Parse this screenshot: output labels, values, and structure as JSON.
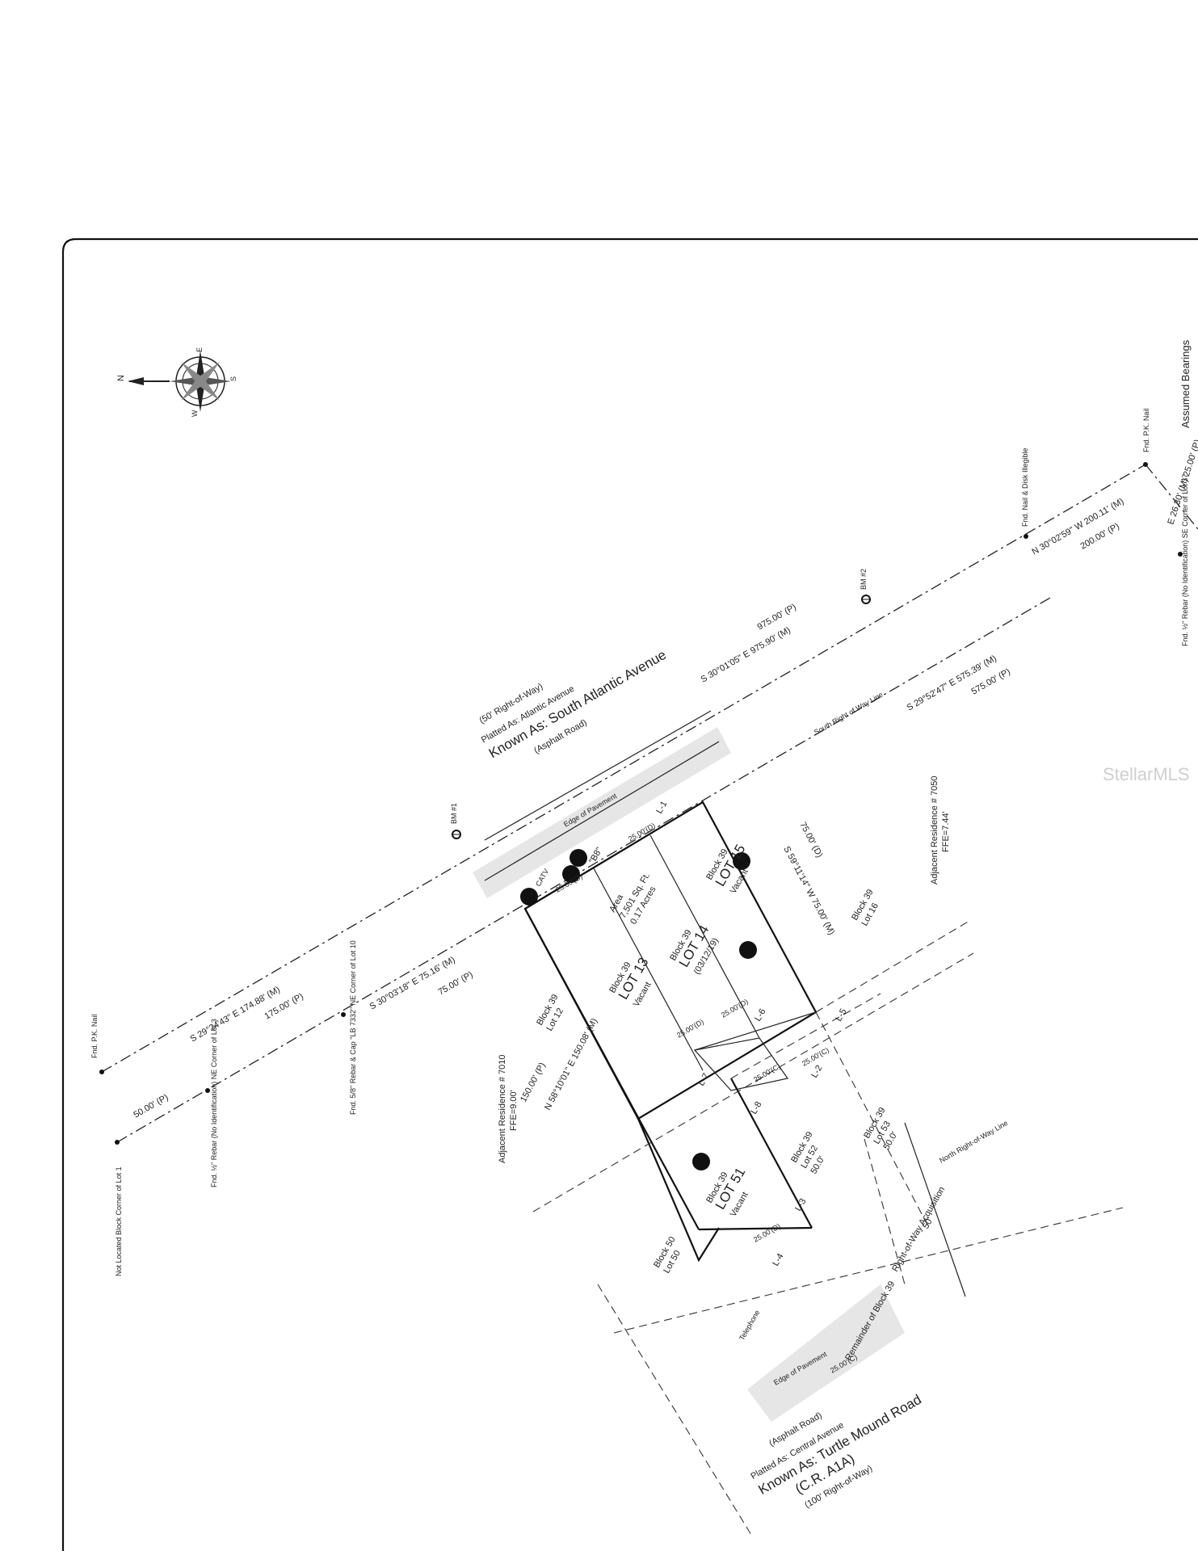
{
  "watermark": "StellarMLS",
  "bearings_note": "Assumed Bearings",
  "north_arrow": {
    "n": "N",
    "s": "S",
    "e": "E",
    "w": "W",
    "icon": "compass-rose-icon"
  },
  "top_road": {
    "row": "(50' Right-of-Way)",
    "platted": "Platted As: Atlantic Avenue",
    "known": "Known As: South Atlantic Avenue",
    "surface": "(Asphalt Road)",
    "edge": "Edge of Pavement"
  },
  "bottom_road": {
    "surface": "(Asphalt Road)",
    "platted": "Platted As: Central Avenue",
    "known": "Known As: Turtle Mound Road",
    "cr": "(C.R. A1A)",
    "row": "(100' Right-of-Way)",
    "edge": "Edge of Pavement"
  },
  "bearings": {
    "north_main_p": "975.00' (P)",
    "north_main_m": "S 30°01'05\" E 975.90' (M)",
    "sw_m": "S 29°52'47\" E 575.39' (M)",
    "sw_p": "575.00' (P)",
    "sw_line": "South Right of Way Line",
    "top_right_m": "N 30°02'59\" W 200.11' (M)",
    "top_right_p": "200.00' (P)",
    "right_edge": "E 26.30' (M) 25.00' (P)",
    "left_a_m": "S 29°24'43\" E 174.88' (M)",
    "left_a_p": "175.00' (P)",
    "left_b_m": "S 30°03'18\" E 75.16' (M)",
    "left_b_p": "75.00' (P)",
    "left_c": "50.00' (P)",
    "lot_side_p": "150.00' (P)",
    "lot_side_m": "N 58°10'01\" E 150.08' (M)",
    "rear_d": "75.00' (D)",
    "rear_m": "S 59°11'14\" W 75.00' (M)",
    "north_row": "North Right-of-Way Line",
    "acq_dim": "50'",
    "acq": "Right-of-Way Acquisition",
    "dist_d": "25.00'(D)",
    "dist_c": "25.00'(C)"
  },
  "monuments": {
    "top_left_pk": "Fnd. P.K. Nail",
    "top_right_pk": "Fnd. P.K. Nail",
    "nail_disk": "Fnd. Nail & Disk Illegible",
    "rebar_no_id": "Fnd. ½\" Rebar (No Identification) NE Corner of Lot 3",
    "rebar_lot10": "Fnd. 5/8\" Rebar & Cap \"LB 7332\" NE Corner of Lot 10",
    "rebar_lot37": "Fnd. ½\" Rebar (No Identification) SE Corner of Lot 37",
    "not_located": "Not Located Block Corner of Lot 1",
    "bm1": "BM #1",
    "bm2": "BM #2",
    "catv": "CATV",
    "telephone": "Telephone"
  },
  "lots": {
    "lot13_a": "Block 39",
    "lot13_b": "LOT 13",
    "lot13_c": "Vacant",
    "lot14_a": "Block 39",
    "lot14_b": "LOT 14",
    "lot14_c": "(03/12/19)",
    "lot15_a": "Block 39",
    "lot15_b": "LOT 15",
    "lot15_c": "Vacant",
    "lot51_a": "Block 39",
    "lot51_b": "LOT 51",
    "lot51_c": "Vacant",
    "lot52_a": "Block 39",
    "lot52_b": "Lot 52",
    "lot52_c": "50.0'",
    "lot53_a": "Block 39",
    "lot53_b": "Lot 53",
    "lot53_c": "50.0'",
    "lot16_a": "Block 39",
    "lot16_b": "Lot 16",
    "lot12_a": "Block 39",
    "lot12_b": "Lot 12",
    "lot50_a": "Block 50",
    "lot50_b": "Lot 50",
    "area_a": "Area",
    "area_b": "7,501 Sq. Ft.",
    "area_c": "0.17 Acres",
    "block_b": "\"B8\""
  },
  "residences": {
    "r7010": "Adjacent Residence # 7010",
    "r7010_ffe": "FFE=9.00'",
    "r7050": "Adjacent Residence # 7050",
    "r7050_ffe": "FFE=7.44'"
  },
  "line_tags": [
    "L-1",
    "L-2",
    "L-3",
    "L-4",
    "L-5",
    "L-6",
    "L-7",
    "L-8"
  ],
  "remainder": "Remainder of Block 39",
  "colors": {
    "ink": "#111111",
    "paper": "#ffffff",
    "pavement": "#e6e6e6",
    "marker": "#222222"
  }
}
